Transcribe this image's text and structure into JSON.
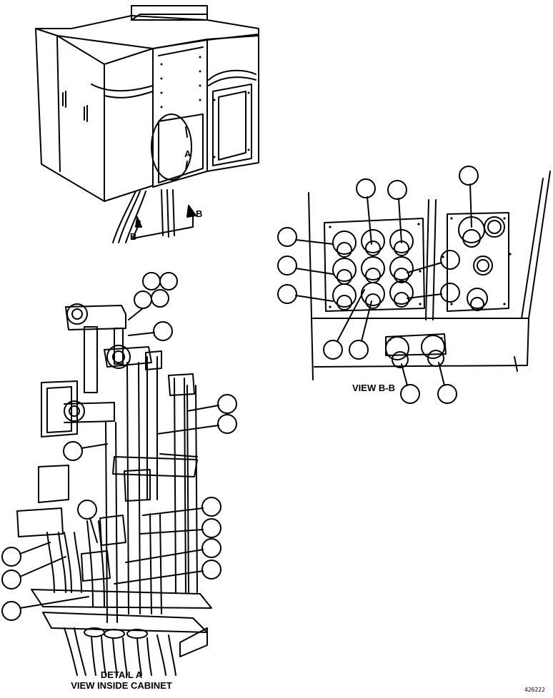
{
  "callouts": {
    "section_letter": "B",
    "detail_letter": "A"
  },
  "captions": {
    "view_bb": "VIEW B-B",
    "detail_line1": "DETAIL A",
    "detail_line2": "VIEW INSIDE CABINET"
  },
  "part_number": "426222"
}
